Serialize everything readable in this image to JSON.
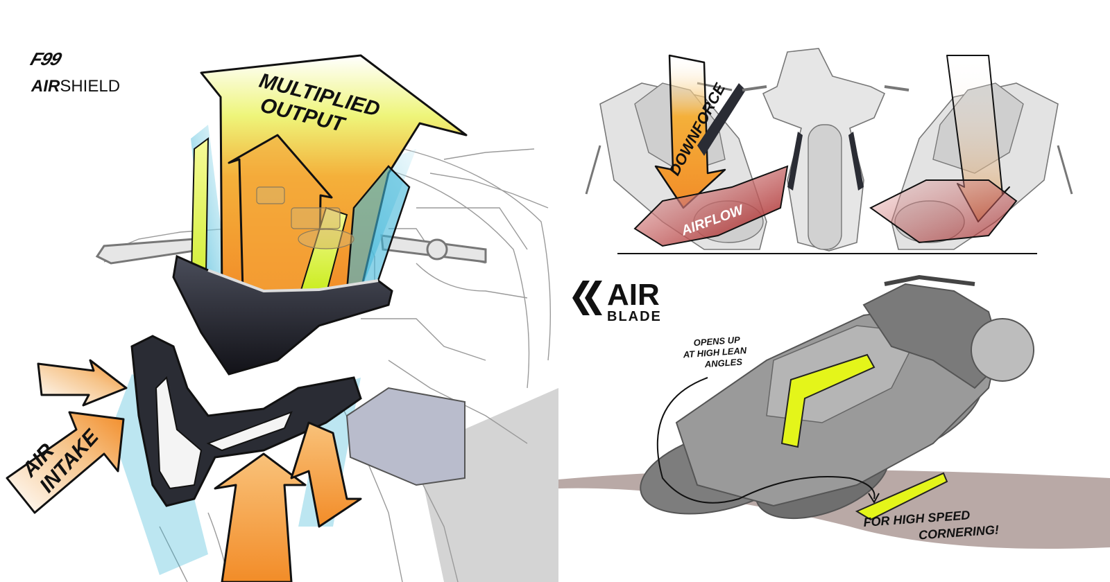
{
  "left_panel": {
    "logo_model": "F99",
    "logo_brand_prefix": "AIR",
    "logo_brand_suffix": "SHIELD",
    "label_output_line1": "MULTIPLIED",
    "label_output_line2": "OUTPUT",
    "label_intake_line1": "AIR",
    "label_intake_line2": "INTAKE"
  },
  "right_panel": {
    "label_downforce": "DOWNFORCE",
    "label_airflow": "AIRFLOW",
    "logo_air": "AIR",
    "logo_blade": "BLADE",
    "note_lean_line1": "OPENS UP",
    "note_lean_line2": "AT HIGH LEAN",
    "note_lean_line3": "ANGLES",
    "note_speed_line1": "FOR HIGH SPEED",
    "note_speed_line2": "CORNERING!"
  },
  "colors": {
    "accent_orange": "#f28c28",
    "accent_yellow": "#e4f51a",
    "accent_cyan": "#3fb6d8",
    "downforce_red": "#a31b1b",
    "ink": "#111111",
    "road": "#b9a9a6"
  }
}
